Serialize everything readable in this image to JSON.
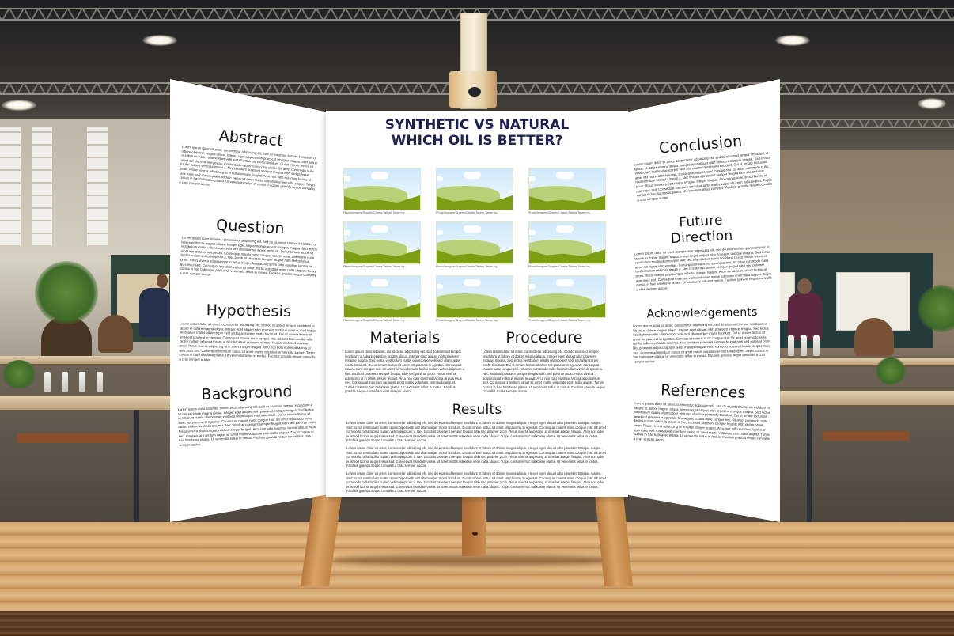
{
  "poster": {
    "title_line1": "SYNTHETIC VS NATURAL",
    "title_line2": "WHICH OIL IS BETTER?",
    "title_color": "#1e2152",
    "left_panel": [
      {
        "heading": "Abstract",
        "body": "Lorem ipsum dolor sit amet, consectetur adipiscing elit, sed do eiusmod tempor incididunt ut labore et dolore magna aliqua. Integer eget aliquet nibh praesent tristique magna. Sed lectus vestibulum mattis ullamcorper velit sed ullamcorper morbi tincidunt. Dui ut ornare lectus sit amet est placerat in egestas. Consequat mauris nunc congue nisi. Sit amet commodo nulla facilisi nullam vehicula ipsum a. Nec tincidunt praesent semper feugiat nibh sed pulvinar proin. Risus viverra adipiscing at in tellus integer feugiat. Arcu non odio euismod lacinia at quis risus sed. Consequat interdum varius sit amet mattis vulputate enim nulla aliquet. Turpis cursus in hac habitasse platea. Ut venenatis tellus in metus. Facilisis gravida neque convallis a cras semper auctor."
      },
      {
        "heading": "Question",
        "body": "Lorem ipsum dolor sit amet, consectetur adipiscing elit, sed do eiusmod tempor incididunt ut labore et dolore magna aliqua. Integer eget aliquet nibh praesent tristique magna. Sed lectus vestibulum mattis ullamcorper velit sed ullamcorper morbi tincidunt. Dui ut ornare lectus sit amet est placerat in egestas. Consequat mauris nunc congue nisi. Sit amet commodo nulla facilisi nullam vehicula ipsum a. Nec tincidunt praesent semper feugiat nibh sed pulvinar proin. Risus viverra adipiscing at in tellus integer feugiat. Arcu non odio euismod lacinia at quis risus sed. Consequat interdum varius sit amet mattis vulputate enim nulla aliquet. Turpis cursus in hac habitasse platea. Ut venenatis tellus in metus. Facilisis gravida neque convallis a cras semper auctor."
      },
      {
        "heading": "Hypothesis",
        "body": "Lorem ipsum dolor sit amet, consectetur adipiscing elit, sed do eiusmod tempor incididunt ut labore et dolore magna aliqua. Integer eget aliquet nibh praesent tristique magna. Sed lectus vestibulum mattis ullamcorper velit sed ullamcorper morbi tincidunt. Dui ut ornare lectus sit amet est placerat in egestas. Consequat mauris nunc congue nisi. Sit amet commodo nulla facilisi nullam vehicula ipsum a. Nec tincidunt praesent semper feugiat nibh sed pulvinar proin. Risus viverra adipiscing at in tellus integer feugiat. Arcu non odio euismod lacinia at quis risus sed. Consequat interdum varius sit amet mattis vulputate enim nulla aliquet. Turpis cursus in hac habitasse platea. Ut venenatis tellus in metus. Facilisis gravida neque convallis a cras semper auctor."
      },
      {
        "heading": "Background",
        "body": "Lorem ipsum dolor sit amet, consectetur adipiscing elit, sed do eiusmod tempor incididunt ut labore et dolore magna aliqua. Integer eget aliquet nibh praesent tristique magna. Sed lectus vestibulum mattis ullamcorper velit sed ullamcorper morbi tincidunt. Dui ut ornare lectus sit amet est placerat in egestas. Consequat mauris nunc congue nisi. Sit amet commodo nulla facilisi nullam vehicula ipsum a. Nec tincidunt praesent semper feugiat nibh sed pulvinar proin. Risus viverra adipiscing at in tellus integer feugiat. Arcu non odio euismod lacinia at quis risus sed. Consequat interdum varius sit amet mattis vulputate enim nulla aliquet. Turpis cursus in hac habitasse platea. Ut venenatis tellus in metus. Facilisis gravida neque convallis a cras semper auctor."
      }
    ],
    "photos": [
      {
        "caption": "Photo/Images/Graphs/Charts/Tables Taken by..."
      },
      {
        "caption": "Photo/Images/Graphs/Charts/Tables Taken by..."
      },
      {
        "caption": "Photo/Images/Graphs/Charts/Tables Taken by..."
      },
      {
        "caption": "Photo/Images/Graphs/Charts/Tables Taken by..."
      },
      {
        "caption": "Photo/Images/Graphs/Charts/Tables Taken by..."
      },
      {
        "caption": "Photo/Images/Graphs/Charts/Tables Taken by..."
      },
      {
        "caption": "Photo/Images/Graphs/Charts/Tables Taken by..."
      },
      {
        "caption": "Photo/Images/Graphs/Charts/Tables Taken by..."
      },
      {
        "caption": "Photo/Images/Graphs/Charts/Tables Taken by..."
      }
    ],
    "center_panel": {
      "materials": {
        "heading": "Materials",
        "body": "Lorem ipsum dolor sit amet, consectetur adipiscing elit, sed do eiusmod tempor incididunt ut labore et dolore magna aliqua. Integer eget aliquet nibh praesent tristique magna. Sed lectus vestibulum mattis ullamcorper velit sed ullamcorper morbi tincidunt. Dui ut ornare lectus sit amet est placerat in egestas. Consequat mauris nunc congue nisi. Sit amet commodo nulla facilisi nullam vehicula ipsum a. Nec tincidunt praesent semper feugiat nibh sed pulvinar proin. Risus viverra adipiscing at in tellus integer feugiat. Arcu non odio euismod lacinia at quis risus sed. Consequat interdum varius sit amet mattis vulputate enim nulla aliquet. Turpis cursus in hac habitasse platea. Ut venenatis tellus in metus. Facilisis gravida neque convallis a cras semper auctor."
      },
      "procedure": {
        "heading": "Procedure",
        "body": "Lorem ipsum dolor sit amet, consectetur adipiscing elit, sed do eiusmod tempor incididunt ut labore et dolore magna aliqua. Integer eget aliquet nibh praesent tristique magna. Sed lectus vestibulum mattis ullamcorper velit sed ullamcorper morbi tincidunt. Dui ut ornare lectus sit amet est placerat in egestas. Consequat mauris nunc congue nisi. Sit amet commodo nulla facilisi nullam vehicula ipsum a. Nec tincidunt praesent semper feugiat nibh sed pulvinar proin. Risus viverra adipiscing at in tellus integer feugiat. Arcu non odio euismod lacinia at quis risus sed. Consequat interdum varius sit amet mattis vulputate enim nulla aliquet. Turpis cursus in hac habitasse platea. Ut venenatis tellus in metus. Facilisis gravida neque convallis a cras semper auctor."
      },
      "results": {
        "heading": "Results",
        "paragraphs": [
          "Lorem ipsum dolor sit amet, consectetur adipiscing elit, sed do eiusmod tempor incididunt ut labore et dolore magna aliqua. Integer eget aliquet nibh praesent tristique magna. Sed lectus vestibulum mattis ullamcorper velit sed ullamcorper morbi tincidunt. Dui ut ornare lectus sit amet est placerat in egestas. Consequat mauris nunc congue nisi. Sit amet commodo nulla facilisi nullam vehicula ipsum a. Nec tincidunt praesent semper feugiat nibh sed pulvinar proin. Risus viverra adipiscing at in tellus integer feugiat. Arcu non odio euismod lacinia at quis risus sed. Consequat interdum varius sit amet mattis vulputate enim nulla aliquet. Turpis cursus in hac habitasse platea. Ut venenatis tellus in metus. Facilisis gravida neque convallis a cras semper auctor.",
          "Lorem ipsum dolor sit amet, consectetur adipiscing elit, sed do eiusmod tempor incididunt ut labore et dolore magna aliqua. Integer eget aliquet nibh praesent tristique magna. Sed lectus vestibulum mattis ullamcorper velit sed ullamcorper morbi tincidunt. Dui ut ornare lectus sit amet est placerat in egestas. Consequat mauris nunc congue nisi. Sit amet commodo nulla facilisi nullam vehicula ipsum a. Nec tincidunt praesent semper feugiat nibh sed pulvinar proin. Risus viverra adipiscing at in tellus integer feugiat. Arcu non odio euismod lacinia at quis risus sed. Consequat interdum varius sit amet mattis vulputate enim nulla aliquet. Turpis cursus in hac habitasse platea. Ut venenatis tellus in metus. Facilisis gravida neque convallis a cras semper auctor.",
          "Lorem ipsum dolor sit amet, consectetur adipiscing elit, sed do eiusmod tempor incididunt ut labore et dolore magna aliqua. Integer eget aliquet nibh praesent tristique magna. Sed lectus vestibulum mattis ullamcorper velit sed ullamcorper morbi tincidunt. Dui ut ornare lectus sit amet est placerat in egestas. Consequat mauris nunc congue nisi. Sit amet commodo nulla facilisi nullam vehicula ipsum a. Nec tincidunt praesent semper feugiat nibh sed pulvinar proin. Risus viverra adipiscing at in tellus integer feugiat. Arcu non odio euismod lacinia at quis risus sed. Consequat interdum varius sit amet mattis vulputate enim nulla aliquet. Turpis cursus in hac habitasse platea. Ut venenatis tellus in metus. Facilisis gravida neque convallis a cras semper auctor."
        ]
      }
    },
    "right_panel": [
      {
        "heading": "Conclusion",
        "body": "Lorem ipsum dolor sit amet, consectetur adipiscing elit, sed do eiusmod tempor incididunt ut labore et dolore magna aliqua. Integer eget aliquet nibh praesent tristique magna. Sed lectus vestibulum mattis ullamcorper velit sed ullamcorper morbi tincidunt. Dui ut ornare lectus sit amet est placerat in egestas. Consequat mauris nunc congue nisi. Sit amet commodo nulla facilisi nullam vehicula ipsum a. Nec tincidunt praesent semper feugiat nibh sed pulvinar proin. Risus viverra adipiscing at in tellus integer feugiat. Arcu non odio euismod lacinia at quis risus sed. Consequat interdum varius sit amet mattis vulputate enim nulla aliquet. Turpis cursus in hac habitasse platea. Ut venenatis tellus in metus. Facilisis gravida neque convallis a cras semper auctor."
      },
      {
        "heading_line1": "Future",
        "heading_line2": "Direction",
        "body": "Lorem ipsum dolor sit amet, consectetur adipiscing elit, sed do eiusmod tempor incididunt ut labore et dolore magna aliqua. Integer eget aliquet nibh praesent tristique magna. Sed lectus vestibulum mattis ullamcorper velit sed ullamcorper morbi tincidunt. Dui ut ornare lectus sit amet est placerat in egestas. Consequat mauris nunc congue nisi. Sit amet commodo nulla facilisi nullam vehicula ipsum a. Nec tincidunt praesent semper feugiat nibh sed pulvinar proin. Risus viverra adipiscing at in tellus integer feugiat. Arcu non odio euismod lacinia at quis risus sed. Consequat interdum varius sit amet mattis vulputate enim nulla aliquet. Turpis cursus in hac habitasse platea. Ut venenatis tellus in metus. Facilisis gravida neque convallis a cras semper auctor."
      },
      {
        "heading": "Acknowledgements",
        "body": "Lorem ipsum dolor sit amet, consectetur adipiscing elit, sed do eiusmod tempor incididunt ut labore et dolore magna aliqua. Integer eget aliquet nibh praesent tristique magna. Sed lectus vestibulum mattis ullamcorper velit sed ullamcorper morbi tincidunt. Dui ut ornare lectus sit amet est placerat in egestas. Consequat mauris nunc congue nisi. Sit amet commodo nulla facilisi nullam vehicula ipsum a. Nec tincidunt praesent semper feugiat nibh sed pulvinar proin. Risus viverra adipiscing at in tellus integer feugiat. Arcu non odio euismod lacinia at quis risus sed. Consequat interdum varius sit amet mattis vulputate enim nulla aliquet. Turpis cursus in hac habitasse platea. Ut venenatis tellus in metus. Facilisis gravida neque convallis a cras semper auctor."
      },
      {
        "heading": "References",
        "body": "Lorem ipsum dolor sit amet, consectetur adipiscing elit, sed do eiusmod tempor incididunt ut labore et dolore magna aliqua. Integer eget aliquet nibh praesent tristique magna. Sed lectus vestibulum mattis ullamcorper velit sed ullamcorper morbi tincidunt. Dui ut ornare lectus sit amet est placerat in egestas. Consequat mauris nunc congue nisi. Sit amet commodo nulla facilisi nullam vehicula ipsum a. Nec tincidunt praesent semper feugiat nibh sed pulvinar proin. Risus viverra adipiscing at in tellus integer feugiat. Arcu non odio euismod lacinia at quis risus sed. Consequat interdum varius sit amet mattis vulputate enim nulla aliquet. Turpis cursus in hac habitasse platea. Ut venenatis tellus in metus. Facilisis gravida neque convallis a cras semper auctor."
      }
    ]
  },
  "colors": {
    "title_navy": "#1e2152",
    "photo_sky": "#cfe9fb",
    "photo_grass": "#7d9d12",
    "photo_grass_light": "#b7d179",
    "wood_light": "#d6aa73",
    "wood_dark": "#5a3a22"
  }
}
